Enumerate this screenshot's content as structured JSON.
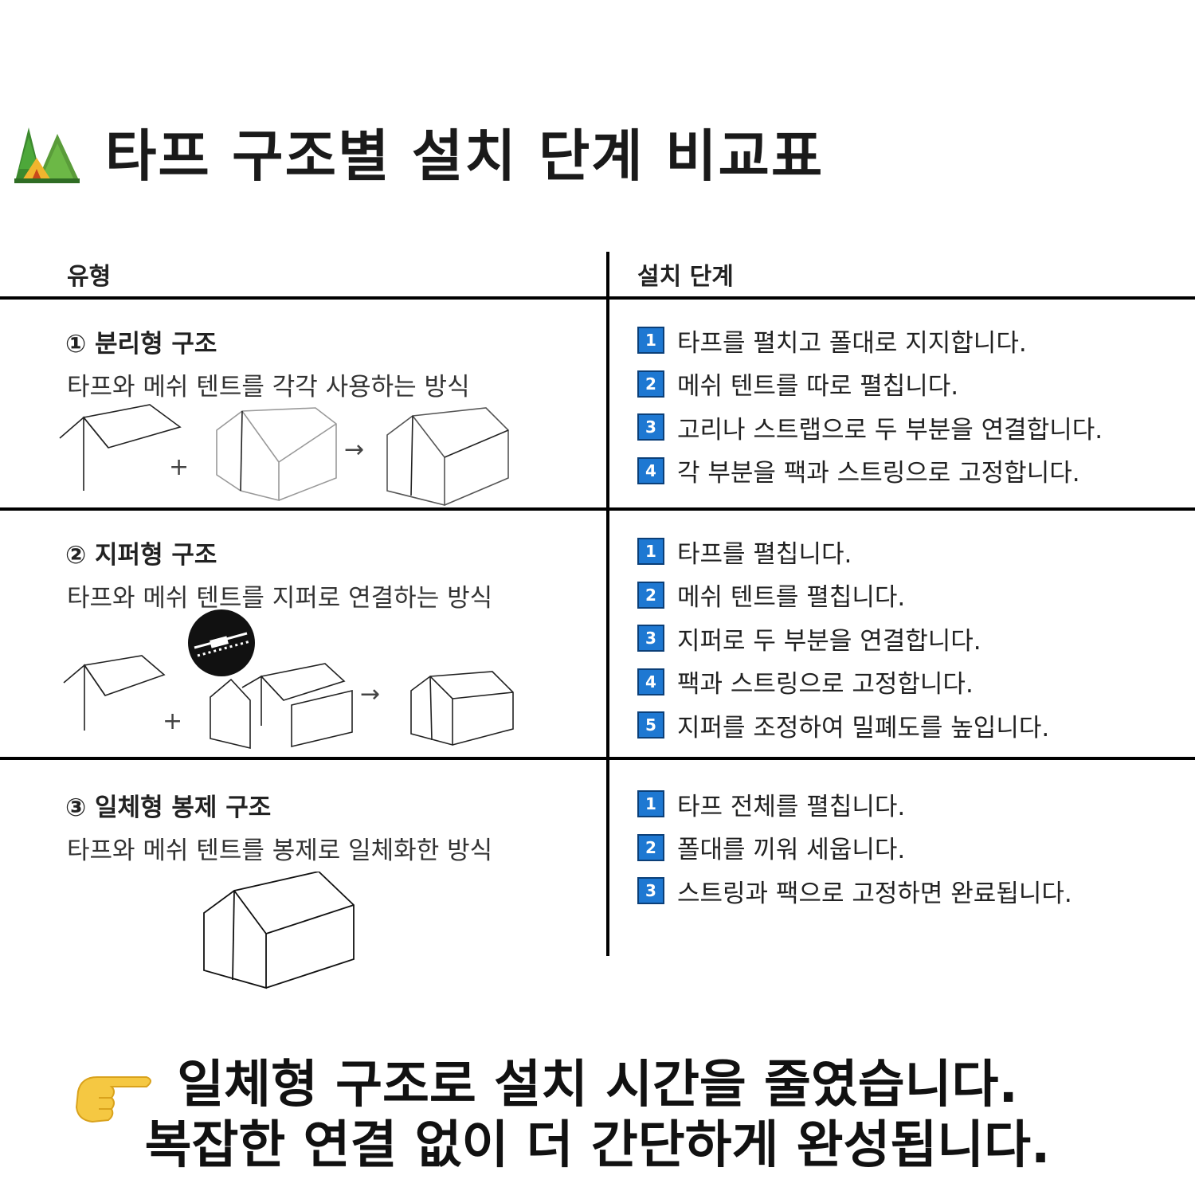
{
  "title": {
    "icon": "camping-icon",
    "text": "타프 구조별 설치 단계 비교표"
  },
  "table": {
    "headers": {
      "type": "유형",
      "steps": "설치 단계"
    },
    "rows": [
      {
        "title": "① 분리형 구조",
        "desc": "타프와 메쉬 텐트를 각각 사용하는 방식",
        "steps": [
          {
            "num": "1",
            "text": "타프를 펼치고 폴대로 지지합니다."
          },
          {
            "num": "2",
            "text": "메쉬 텐트를 따로 펼칩니다."
          },
          {
            "num": "3",
            "text": "고리나 스트랩으로 두 부분을 연결합니다."
          },
          {
            "num": "4",
            "text": "각 부분을 팩과 스트링으로 고정합니다."
          }
        ]
      },
      {
        "title": "② 지퍼형 구조",
        "desc": "타프와 메쉬 텐트를 지퍼로 연결하는 방식",
        "steps": [
          {
            "num": "1",
            "text": "타프를 펼칩니다."
          },
          {
            "num": "2",
            "text": "메쉬 텐트를 펼칩니다."
          },
          {
            "num": "3",
            "text": "지퍼로 두 부분을 연결합니다."
          },
          {
            "num": "4",
            "text": "팩과 스트링으로 고정합니다."
          },
          {
            "num": "5",
            "text": "지퍼를 조정하여 밀폐도를 높입니다."
          }
        ]
      },
      {
        "title": "③ 일체형 봉제 구조",
        "desc": "타프와 메쉬 텐트를 봉제로 일체화한 방식",
        "steps": [
          {
            "num": "1",
            "text": "타프 전체를 펼칩니다."
          },
          {
            "num": "2",
            "text": "폴대를 끼워 세웁니다."
          },
          {
            "num": "3",
            "text": "스트링과 팩으로 고정하면 완료됩니다."
          }
        ]
      }
    ]
  },
  "figures": {
    "plus": "+",
    "arrow": "→"
  },
  "footer": {
    "icon": "pointing-hand-icon",
    "line1": "일체형 구조로 설치 시간을 줄였습니다.",
    "line2": "복잡한 연결 없이 더 간단하게 완성됩니다."
  },
  "colors": {
    "step_badge": "#1e78d2",
    "rule": "#000000"
  }
}
